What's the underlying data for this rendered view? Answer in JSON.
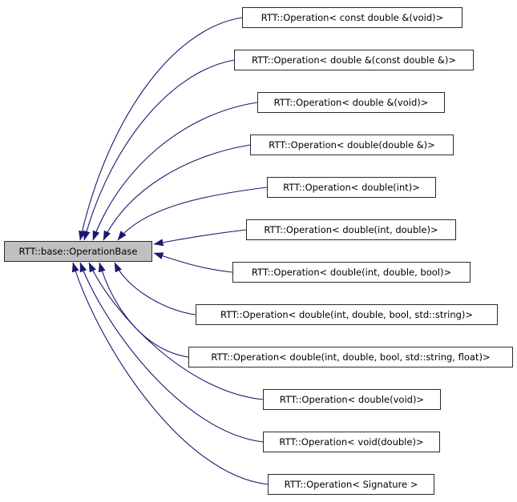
{
  "diagram": {
    "type": "inheritance-graph",
    "base_node": {
      "label": "RTT::base::OperationBase",
      "fill_color": "#c0c0c0",
      "border_color": "#2b2b2b"
    },
    "derived_nodes": [
      {
        "label": "RTT::Operation< const double &(void)>"
      },
      {
        "label": "RTT::Operation< double &(const double &)>"
      },
      {
        "label": "RTT::Operation< double &(void)>"
      },
      {
        "label": "RTT::Operation< double(double &)>"
      },
      {
        "label": "RTT::Operation< double(int)>"
      },
      {
        "label": "RTT::Operation< double(int, double)>"
      },
      {
        "label": "RTT::Operation< double(int, double, bool)>"
      },
      {
        "label": "RTT::Operation< double(int, double, bool, std::string)>"
      },
      {
        "label": "RTT::Operation< double(int, double, bool, std::string, float)>"
      },
      {
        "label": "RTT::Operation< double(void)>"
      },
      {
        "label": "RTT::Operation< void(double)>"
      },
      {
        "label": "RTT::Operation< Signature >"
      }
    ],
    "edge_color": "#191970",
    "node_fill": "#ffffff",
    "background": "#ffffff"
  }
}
